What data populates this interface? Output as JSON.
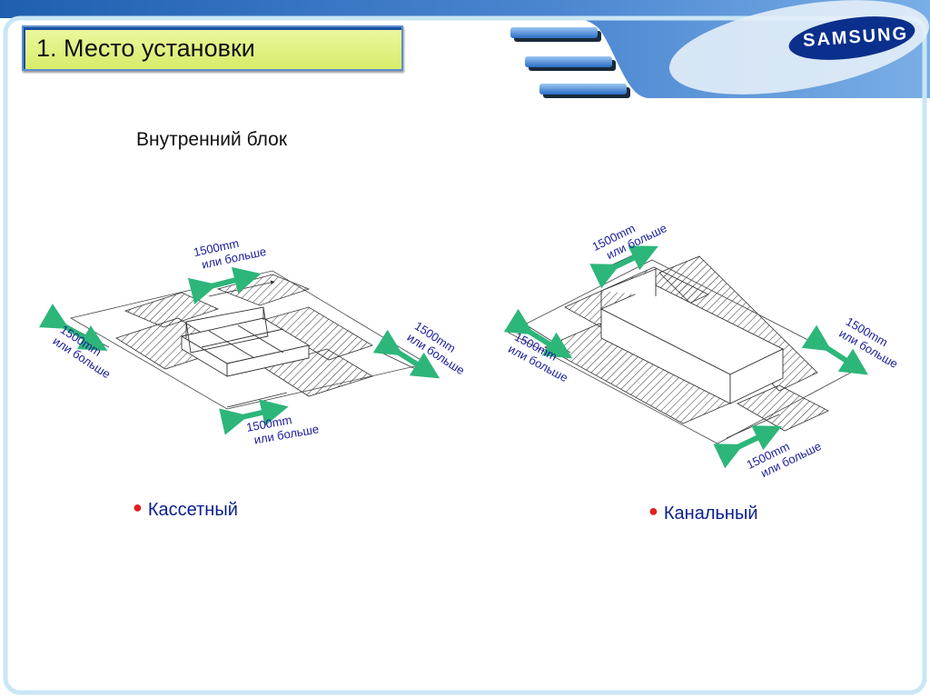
{
  "slide": {
    "title": "1. Место установки",
    "subtitle": "Внутренний блок",
    "brand": "SAMSUNG",
    "colors": {
      "header_blue": "#2f6fc0",
      "title_fill": "#e2f080",
      "label_blue": "#0a1f8f",
      "arrow_green": "#2db67a",
      "bullet_red": "#e02020"
    }
  },
  "cassette": {
    "label": "Кассетный",
    "dims": {
      "top": [
        "1500mm",
        "или больше"
      ],
      "left": [
        "1500mm",
        "или больше"
      ],
      "right": [
        "1500mm",
        "или больше"
      ],
      "bottom": [
        "1500mm",
        "или больше"
      ]
    }
  },
  "duct": {
    "label": "Канальный",
    "dims": {
      "top": [
        "1500mm",
        "или больше"
      ],
      "left": [
        "1500mm",
        "или больше"
      ],
      "right": [
        "1500mm",
        "или больше"
      ],
      "bottom": [
        "1500mm",
        "или больше"
      ]
    }
  }
}
